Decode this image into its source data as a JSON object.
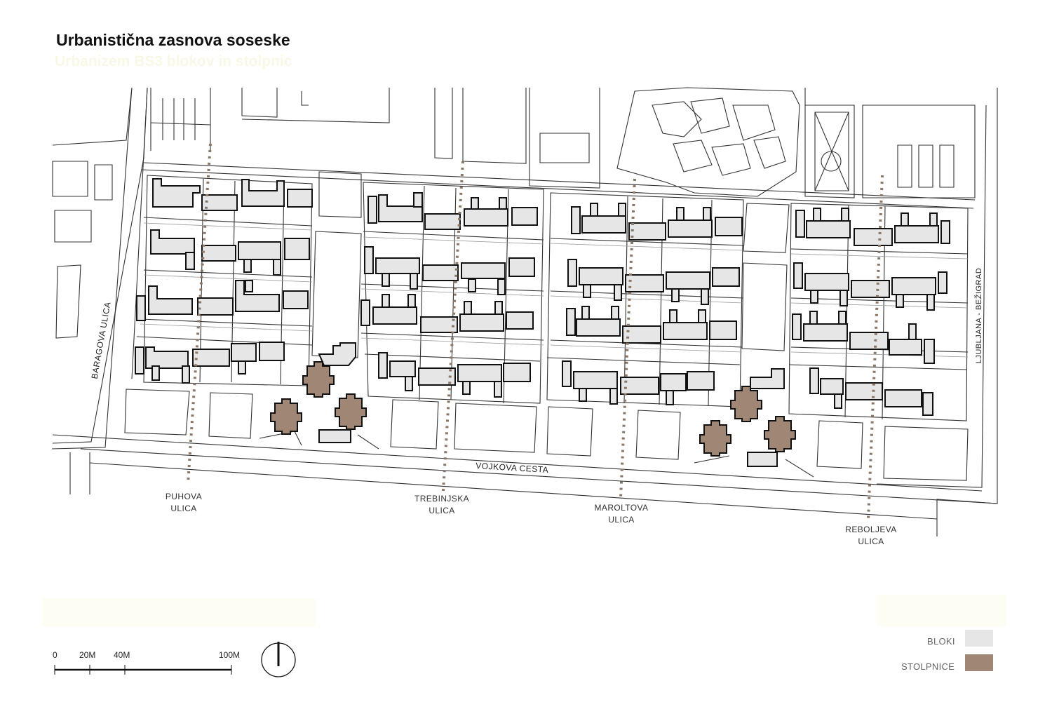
{
  "header": {
    "title": "Urbanistična zasnova soseske",
    "subtitle": "Urbanizem BS3 blokov in stolpnic"
  },
  "streets": {
    "puhova": [
      "PUHOVA",
      "ULICA"
    ],
    "trebinjska": [
      "TREBINJSKA",
      "ULICA"
    ],
    "maroltova": [
      "MAROLTOVA",
      "ULICA"
    ],
    "rebolj": [
      "REBOLJEVA",
      "ULICA"
    ],
    "vojkova": "VOJKOVA CESTA",
    "baragova": "BARAGOVA ULICA",
    "ljubljana": "LJUBLJANA - BEŽIGRAD"
  },
  "legend": {
    "bloki": "BLOKI",
    "stolpnice": "STOLPNICE",
    "bloki_color": "#e6e6e6",
    "stolpnice_color": "#a08674"
  },
  "scale": {
    "ticks": [
      "0",
      "20M",
      "40M",
      "100M"
    ]
  },
  "north_arrow": "north-arrow-icon"
}
